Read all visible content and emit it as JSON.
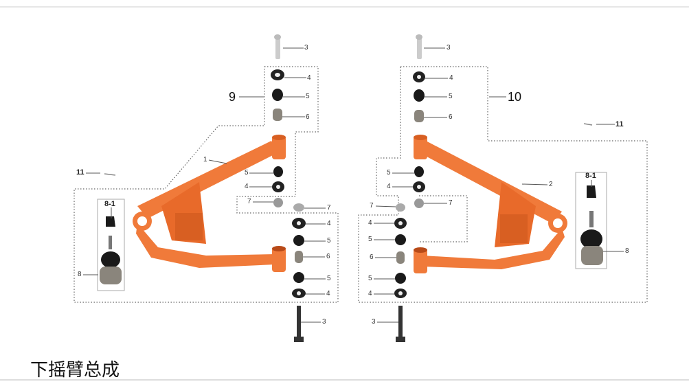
{
  "title": "下摇臂总成",
  "left_assembly": {
    "group_label": "9",
    "arm_label": "1",
    "clip_label": "11",
    "ball_joint_label": "8",
    "ball_joint_nut_label": "8-1",
    "callouts": [
      "3",
      "4",
      "5",
      "6",
      "5",
      "4",
      "7",
      "7",
      "4",
      "5",
      "6",
      "5",
      "4",
      "3"
    ]
  },
  "right_assembly": {
    "group_label": "10",
    "arm_label": "2",
    "clip_label": "11",
    "ball_joint_label": "8",
    "ball_joint_nut_label": "8-1",
    "callouts": [
      "3",
      "4",
      "5",
      "6",
      "5",
      "4",
      "7",
      "7",
      "4",
      "5",
      "6",
      "5",
      "4",
      "3"
    ]
  },
  "colors": {
    "arm": "#f07a3a",
    "arm_shade": "#d85f22",
    "part_dark": "#1a1a1a",
    "part_gray": "#8a857c",
    "dotted": "#666666"
  }
}
